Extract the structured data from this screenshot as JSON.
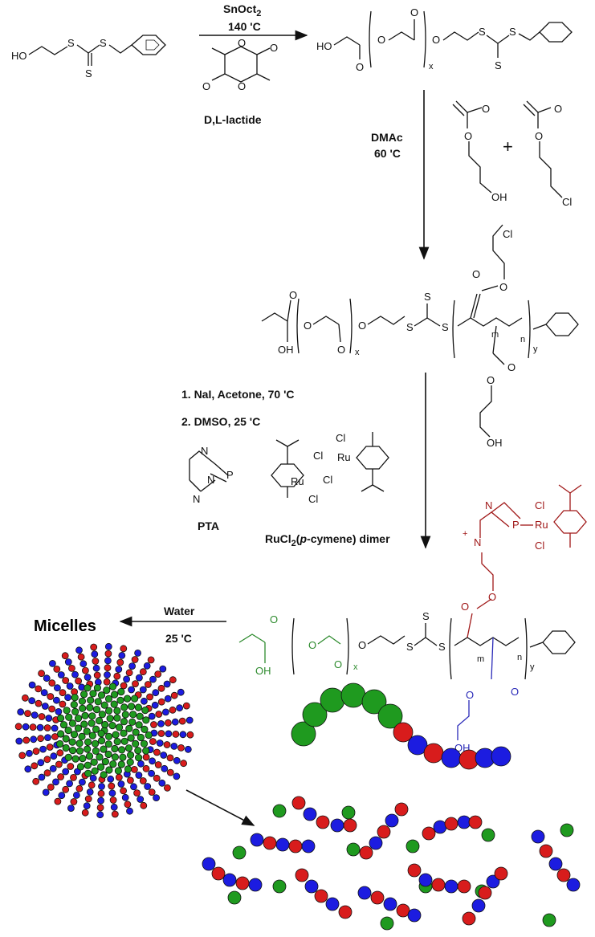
{
  "reagents": {
    "step1_catalyst": "SnOct",
    "step1_catalyst_sub": "2",
    "step1_temp": "140 'C",
    "step1_monomer": "D,L-lactide",
    "step2_solvent": "DMAc",
    "step2_temp": "60 'C",
    "step3_line1": "1. NaI, Acetone, 70 'C",
    "step3_line2": "2. DMSO, 25 'C",
    "pta_label": "PTA",
    "ru_dimer_pre": "RuCl",
    "ru_dimer_sub": "2",
    "ru_dimer_open": "(",
    "ru_dimer_ital": "p",
    "ru_dimer_post": "-cymene) dimer",
    "step4_solvent": "Water",
    "step4_temp": "25 'C"
  },
  "product_label": "Micelles",
  "atoms": {
    "ho": "HO",
    "oh": "OH",
    "s": "S",
    "o": "O",
    "cl": "Cl",
    "ru": "Ru",
    "p": "P",
    "n": "N",
    "plus": "+",
    "x": "x",
    "y": "y",
    "m": "m",
    "n_idx": "n"
  },
  "colors": {
    "pla_block": "#2e8b2e",
    "ru_block": "#a01818",
    "hydroxy_block": "#2a2ab8",
    "bead_green": "#1f9a1f",
    "bead_red": "#d81c1c",
    "bead_blue": "#1c1ce0"
  }
}
